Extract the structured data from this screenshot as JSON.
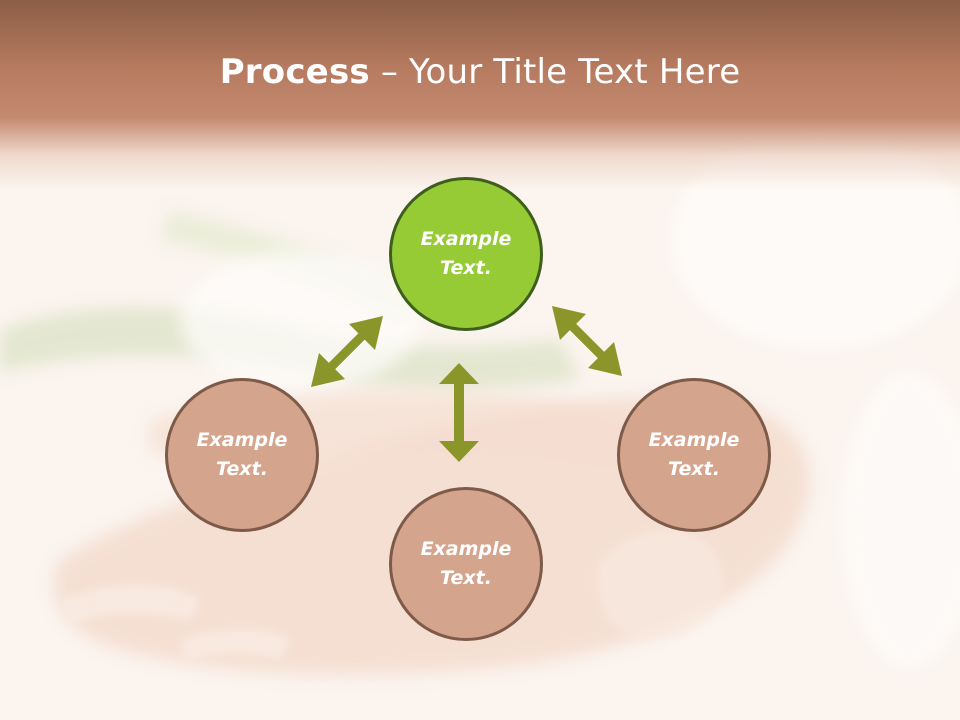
{
  "title": {
    "bold": "Process",
    "rest": " – Your Title Text Here"
  },
  "colors": {
    "title_band": "#b57a5f",
    "center_node_fill": "#97cb35",
    "center_node_border": "#3d5e1c",
    "outer_node_fill": "#d4a48d",
    "outer_node_border": "#7e5a48",
    "arrow": "#8a962a"
  },
  "nodes": {
    "center": {
      "label": "Example\nText."
    },
    "left": {
      "label": "Example\nText."
    },
    "bottom": {
      "label": "Example\nText."
    },
    "right": {
      "label": "Example\nText."
    }
  },
  "arrows": [
    "double-arrow-icon",
    "double-arrow-icon",
    "double-arrow-icon"
  ]
}
